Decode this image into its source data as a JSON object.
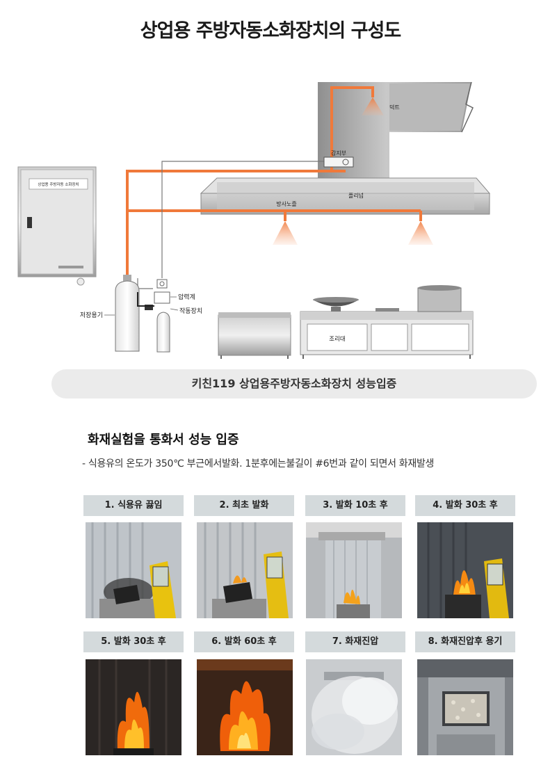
{
  "title": "상업용 주방자동소화장치의 구성도",
  "diagram": {
    "labels": {
      "duct": "덕트",
      "sensor": "감지부",
      "hood": "플리넘",
      "nozzle": "방사노즐",
      "storage": "저장용기",
      "pressure_gauge": "압력계",
      "actuator": "작동장치",
      "cooking_table": "조리대"
    },
    "panel_text": "상업용 주방자동 소화장치",
    "pipe_color": "#f0793a"
  },
  "banner": "키친119 상업용주방자동소화장치  성능입증",
  "section": {
    "title": "화재실험을 통화서 성능 입증",
    "description": "- 식용유의 온도가 350℃ 부근에서발화. 1분후에는불길이 #6번과 같이 되면서 화재발생"
  },
  "steps": [
    {
      "label": "1. 식용유 끓임"
    },
    {
      "label": "2. 최초 발화"
    },
    {
      "label": "3. 발화 10초 후"
    },
    {
      "label": "4. 발화 30초 후"
    },
    {
      "label": "5. 발화 30초 후"
    },
    {
      "label": "6. 발화 60초 후"
    },
    {
      "label": "7. 화재진압"
    },
    {
      "label": "8. 화재진압후 용기"
    }
  ]
}
